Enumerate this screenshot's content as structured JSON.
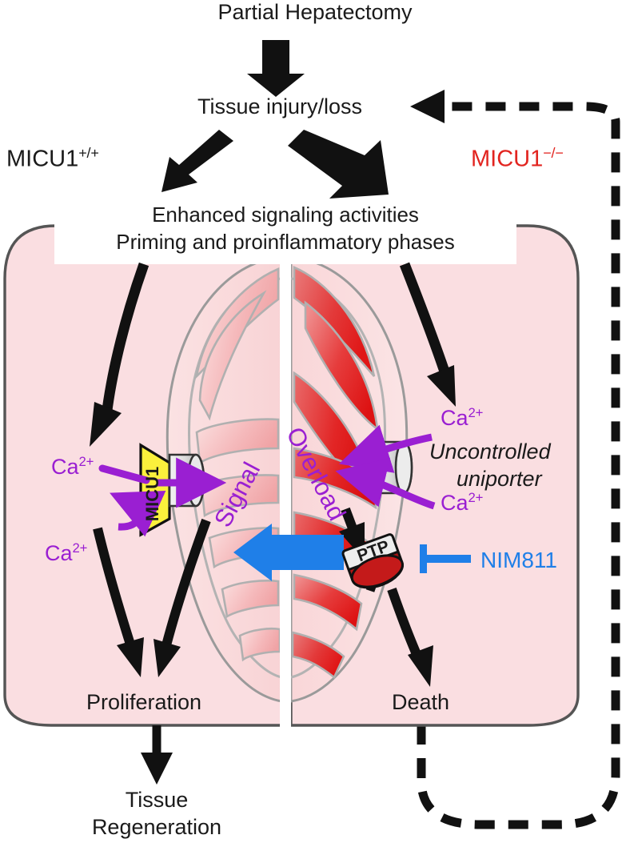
{
  "figure": {
    "title": "Partial Hepatectomy",
    "type": "biological-pathway-schematic",
    "description": "MICU1 wild-type versus knockout liver regeneration pathway after partial hepatectomy"
  },
  "flow": {
    "start_label": "Partial Hepatectomy",
    "injury_label": "Tissue injury/loss",
    "phase_line1": "Enhanced signaling activities",
    "phase_line2": "Priming and proinflammatory phases"
  },
  "genotypes": {
    "wildtype": {
      "name": "MICU1",
      "superscript": "+/+",
      "color": "#1a1a1a"
    },
    "knockout": {
      "name": "MICU1",
      "superscript": "−/−",
      "color": "#e2241f"
    }
  },
  "left_panel": {
    "ca_top_label": "Ca2+",
    "ca_bottom_label": "Ca2+",
    "channel_label": "MICU1",
    "signal_label": "Signal",
    "outcome_label": "Proliferation",
    "final_line1": "Tissue",
    "final_line2": "Regeneration"
  },
  "right_panel": {
    "ca_top_label": "Ca2+",
    "ca_bottom_label": "Ca2+",
    "uniporter_line1": "Uncontrolled",
    "uniporter_line2": "uniporter",
    "overload_label": "Overload",
    "ptp_label": "PTP",
    "inhibitor_label": "NIM811",
    "outcome_label": "Death"
  },
  "ion": {
    "element": "Ca",
    "charge": "2+"
  },
  "colors": {
    "cytosol_pink": "#fadee1",
    "cell_outline": "#555555",
    "mito_outline": "#9a9a9a",
    "crista_light": "#f6c7c7",
    "crista_red_light": "#e2575a",
    "crista_red_deep": "#e31c1c",
    "calcium_purple": "#9a1fd2",
    "inhibitor_blue": "#1f7fe8",
    "knockout_red": "#e2241f",
    "micu1_yellow": "#fbf03c",
    "arrow_black": "#111111",
    "channel_gray": "#d8d8d8",
    "ptp_red": "#c41a1a"
  },
  "icons": {
    "thick_down_arrow": "thick-down-arrow-icon",
    "branch_arrow_left": "branch-arrow-left-icon",
    "branch_arrow_right": "branch-arrow-right-icon",
    "feedback_dashed_arrow": "dashed-feedback-arrow-icon",
    "inhibitor_bar": "inhibition-bar-icon",
    "blue_block_arrow": "blue-block-arrow-icon",
    "uniporter_cylinder": "uniporter-cylinder-icon",
    "micu1_gate": "micu1-gatekeeper-icon",
    "ptp_pore": "ptp-pore-icon",
    "mitochondrion": "mitochondrion-icon"
  }
}
